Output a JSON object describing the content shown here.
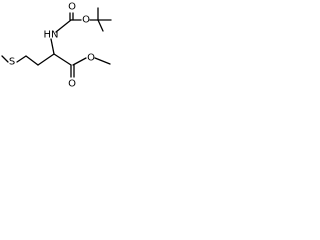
{
  "molecule": {
    "atoms": {
      "nh": "HN",
      "o_carbonyl_boc": "O",
      "o_ether_boc": "O",
      "o_carbonyl_ester": "O",
      "o_ether_ester": "O",
      "s": "S"
    }
  }
}
